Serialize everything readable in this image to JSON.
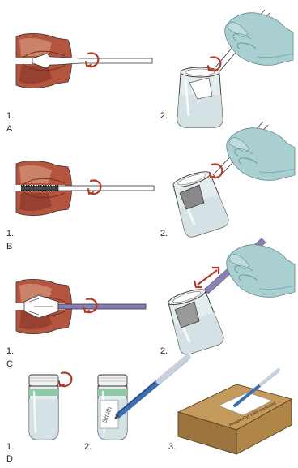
{
  "panels": [
    {
      "letter": "A",
      "step1": "1.",
      "step2": "2."
    },
    {
      "letter": "B",
      "step1": "1.",
      "step2": "2."
    },
    {
      "letter": "C",
      "step1": "1.",
      "step2": "2."
    },
    {
      "letter": "D",
      "step1": "1.",
      "step2": "2.",
      "step3": "3."
    }
  ],
  "jar_label_text": "Smith",
  "box_label_text": "PreservCyt vials enclosed",
  "colors": {
    "tissue": "#b4553f",
    "tissue_dark": "#7a2e22",
    "tissue_light": "#d9a083",
    "glove": "#a9cfd0",
    "glove_shadow": "#7fa9ab",
    "jar_glass": "#e3ecee",
    "jar_liquid": "#cfe0e3",
    "cap": "#f2f2f2",
    "jar_band": "#8fc9a8",
    "pen_blue": "#3d6fb0",
    "broom_purple": "#8a7fb8",
    "box": "#c49a5c",
    "box_dark": "#9a733e",
    "arrow_red": "#b23b2b",
    "outline": "#333333"
  }
}
